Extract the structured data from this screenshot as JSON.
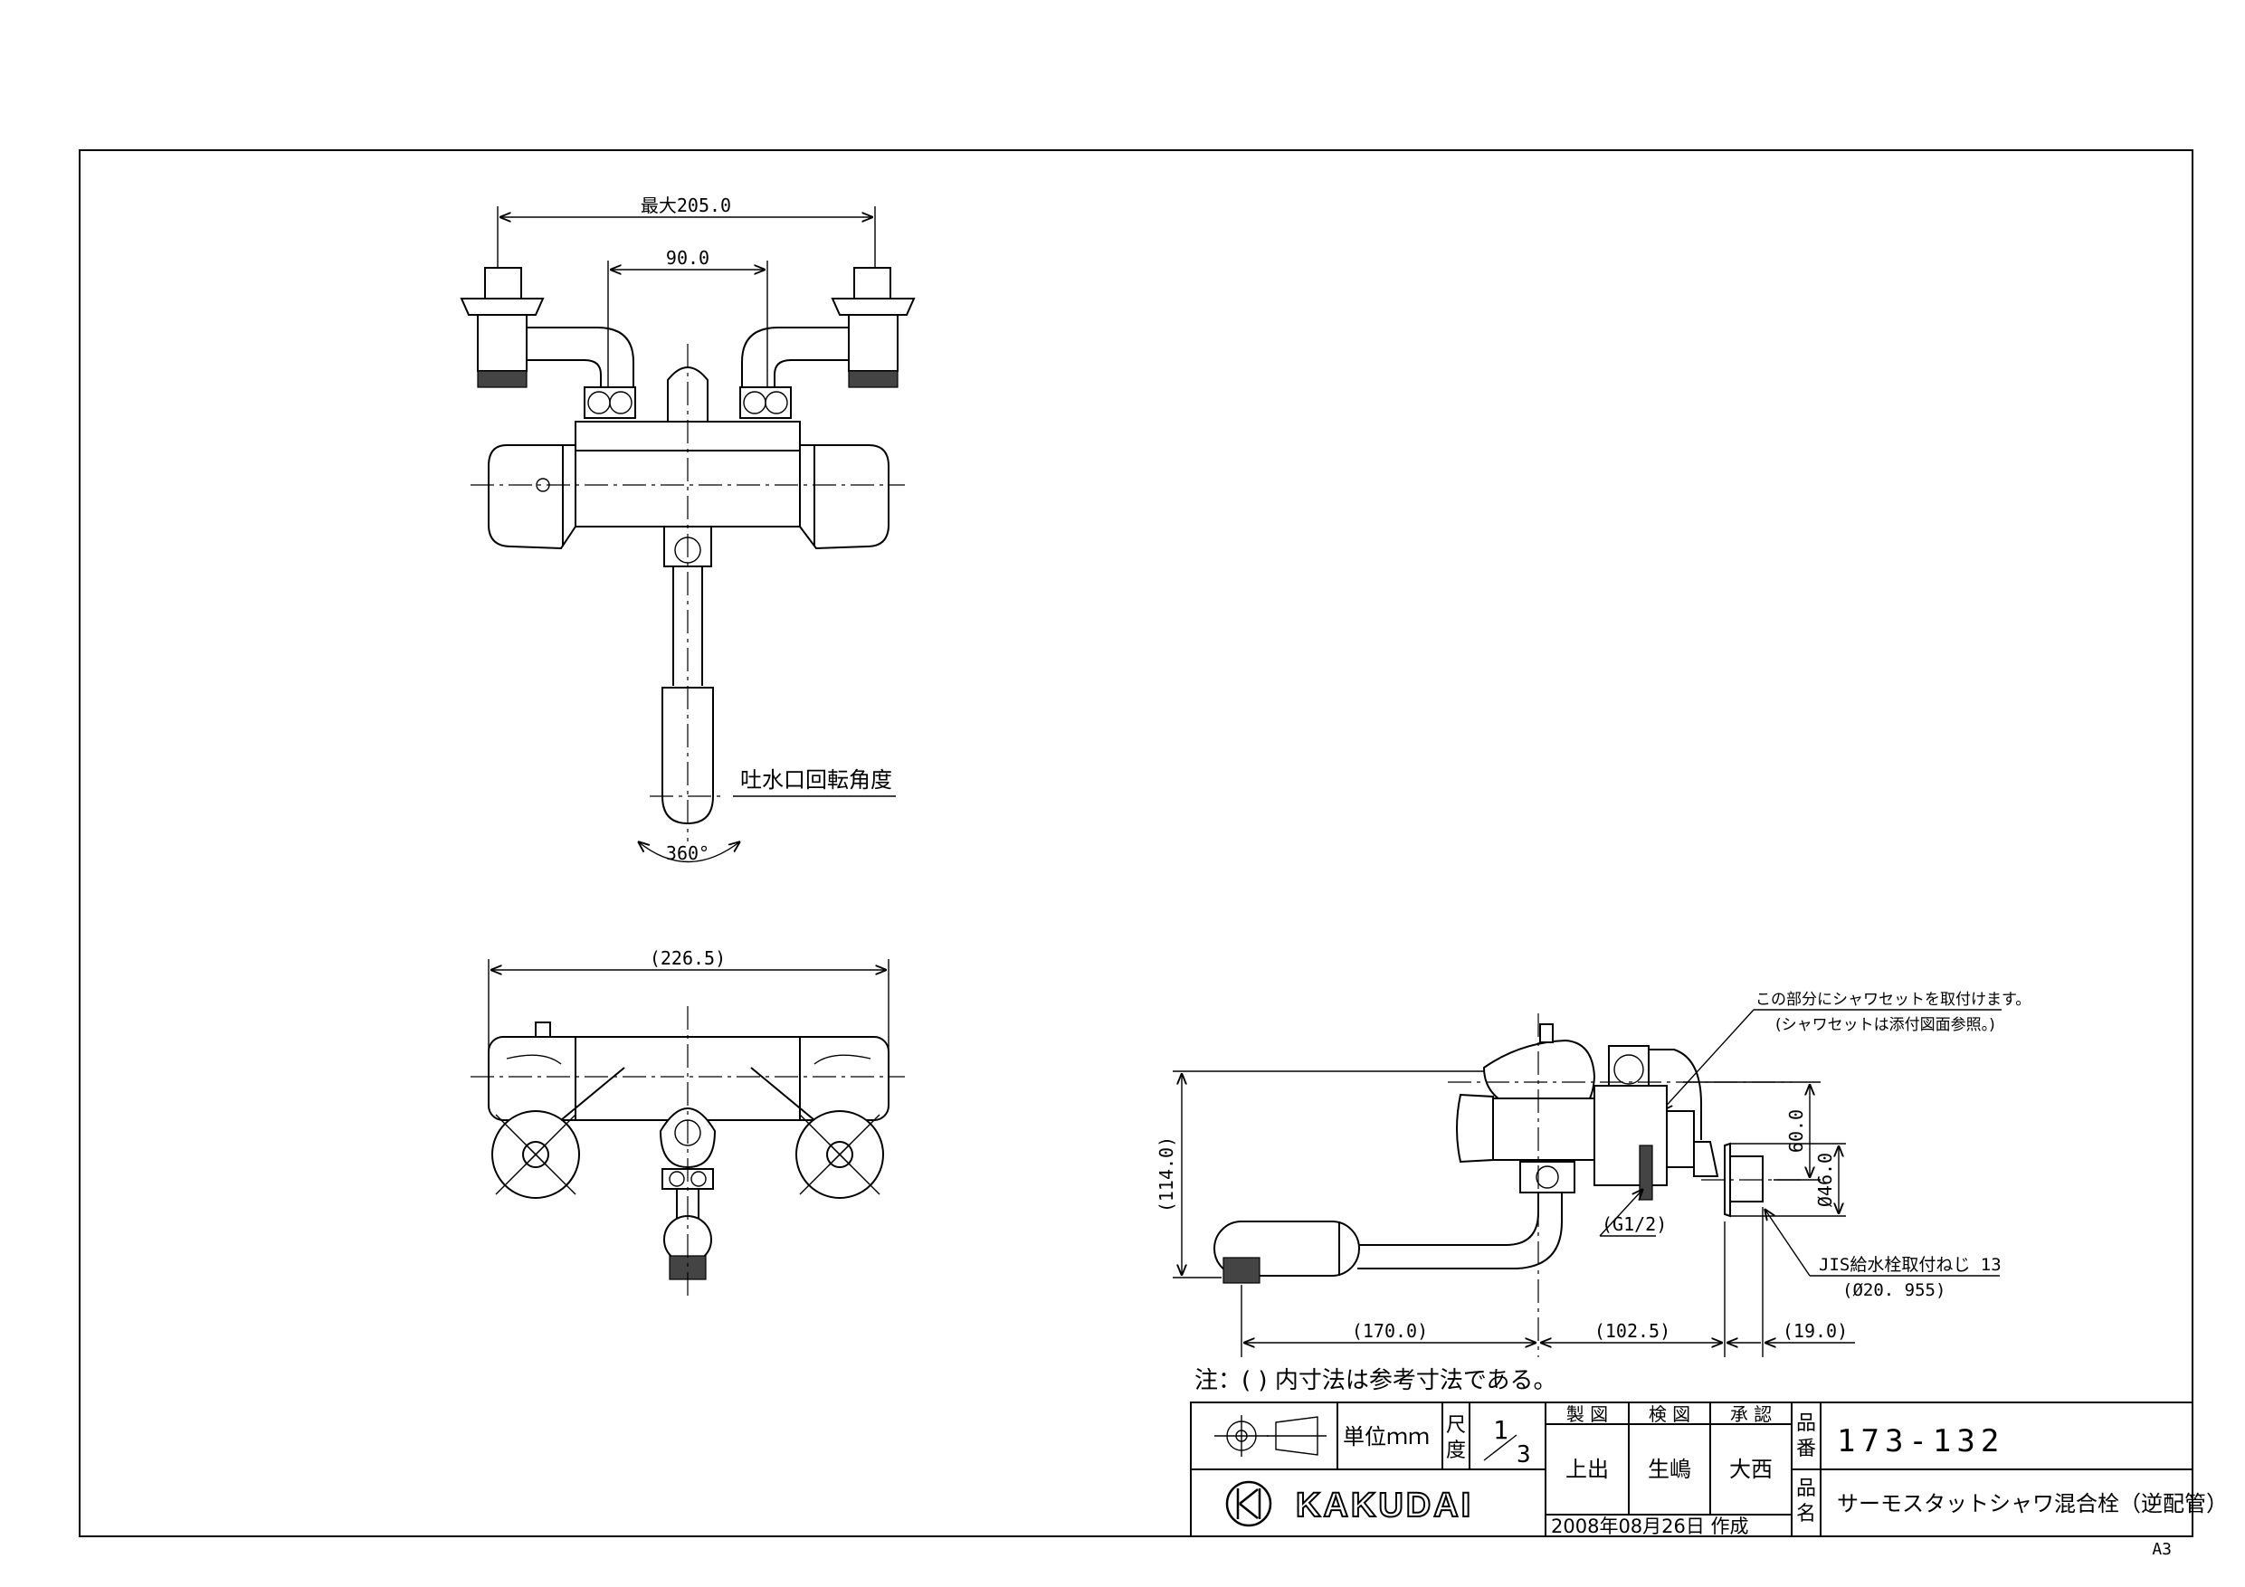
{
  "front_view": {
    "dim_max_width": "最大205.0",
    "dim_center": "90.0",
    "spout_note": "吐水口回転角度",
    "rotation": "360°"
  },
  "bottom_view": {
    "dim_width": "(226.5)"
  },
  "side_view": {
    "callout_shower_1": "この部分にシャワセットを取付けます。",
    "callout_shower_2": "(シャワセットは添付図面参照。)",
    "dim_60": "60.0",
    "dim_dia46": "Ø46.0",
    "dim_114": "(114.0)",
    "thread_g12": "(G1/2)",
    "jis_note_1": "JIS給水栓取付ねじ 13",
    "jis_note_2": "(Ø20. 955)",
    "dim_170": "(170.0)",
    "dim_102": "(102.5)",
    "dim_19": "(19.0)"
  },
  "note": "注：(  ) 内寸法は参考寸法である。",
  "title_block": {
    "unit_label": "単位ｍｍ",
    "scale_label_1": "尺",
    "scale_label_2": "度",
    "scale_num": "1",
    "scale_den": "3",
    "col_drafted": "製 図",
    "col_checked": "検 図",
    "col_approved": "承 認",
    "name_drafted": "上出",
    "name_checked": "生嶋",
    "name_approved": "大西",
    "part_no_label_1": "品",
    "part_no_label_2": "番",
    "part_no": "173-132",
    "name_label_1": "品",
    "name_label_2": "名",
    "product_name": "サーモスタットシャワ混合栓（逆配管）",
    "logo_text": "KAKUDAI",
    "date": "2008年08月26日 作成"
  },
  "sheet_size": "A3"
}
